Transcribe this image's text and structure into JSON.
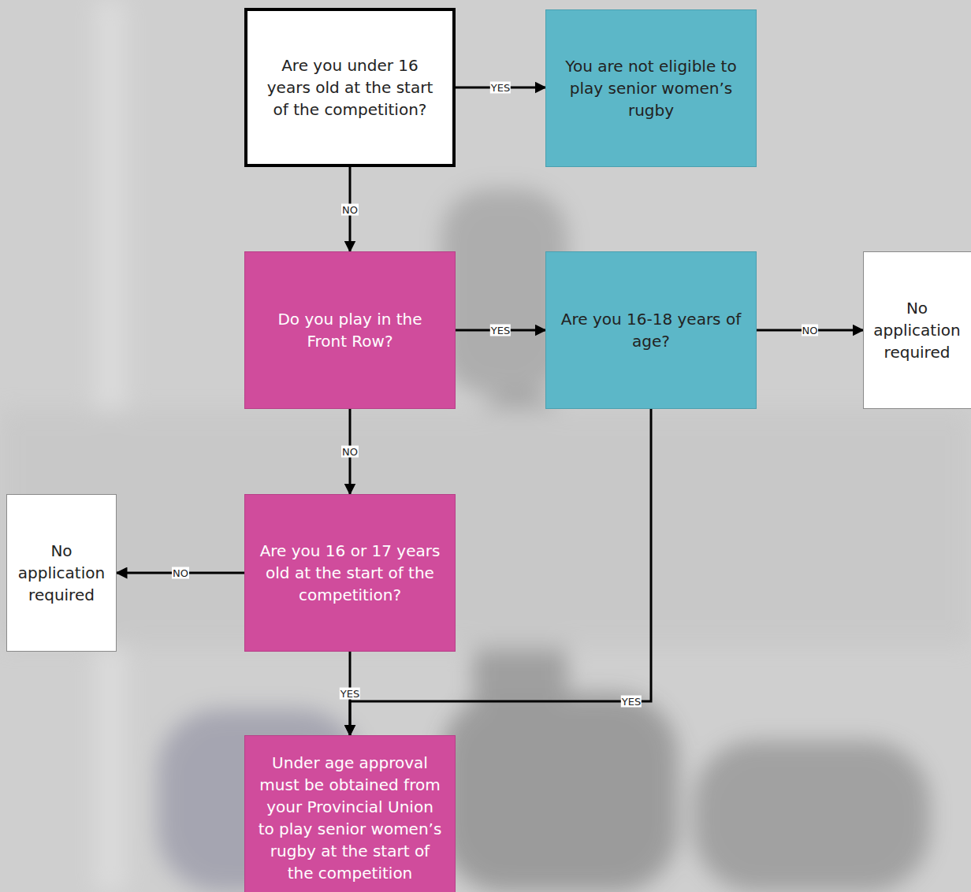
{
  "diagram": {
    "nodes": [
      {
        "text": [
          "Are you under 16 years old at the start of the competition?"
        ]
      },
      {
        "text": [
          "You are not eligible to play senior women’s rugby"
        ]
      },
      {
        "text": [
          "Do you play in the Front Row?"
        ]
      },
      {
        "text": [
          "Are you 16-18 years of age?"
        ]
      },
      {
        "text": [
          "No application required"
        ]
      },
      {
        "text": [
          "No application required"
        ]
      },
      {
        "text": [
          "Are you 16 or 17 years old at the start of the competition?"
        ]
      },
      {
        "text": [
          "Under age approval must be obtained from your Provincial Union to play senior women’s rugby at the start of the competition"
        ]
      }
    ],
    "edges": [
      {
        "from": 0,
        "to": 1,
        "label": "YES",
        "arrow": "to"
      },
      {
        "from": 0,
        "to": 2,
        "label": "NO",
        "arrow": "to"
      },
      {
        "from": 2,
        "to": 3,
        "label": "YES",
        "arrow": "to"
      },
      {
        "from": 3,
        "to": 4,
        "label": "NO",
        "arrow": "to"
      },
      {
        "from": 2,
        "to": 6,
        "label": "NO",
        "arrow": "to"
      },
      {
        "from": 6,
        "to": 5,
        "label": "NO",
        "arrow": "to"
      },
      {
        "from": 6,
        "to": 7,
        "label": "YES",
        "arrow": "to"
      },
      {
        "from": 3,
        "to": 7,
        "label": "YES",
        "arrow": "to"
      }
    ]
  }
}
